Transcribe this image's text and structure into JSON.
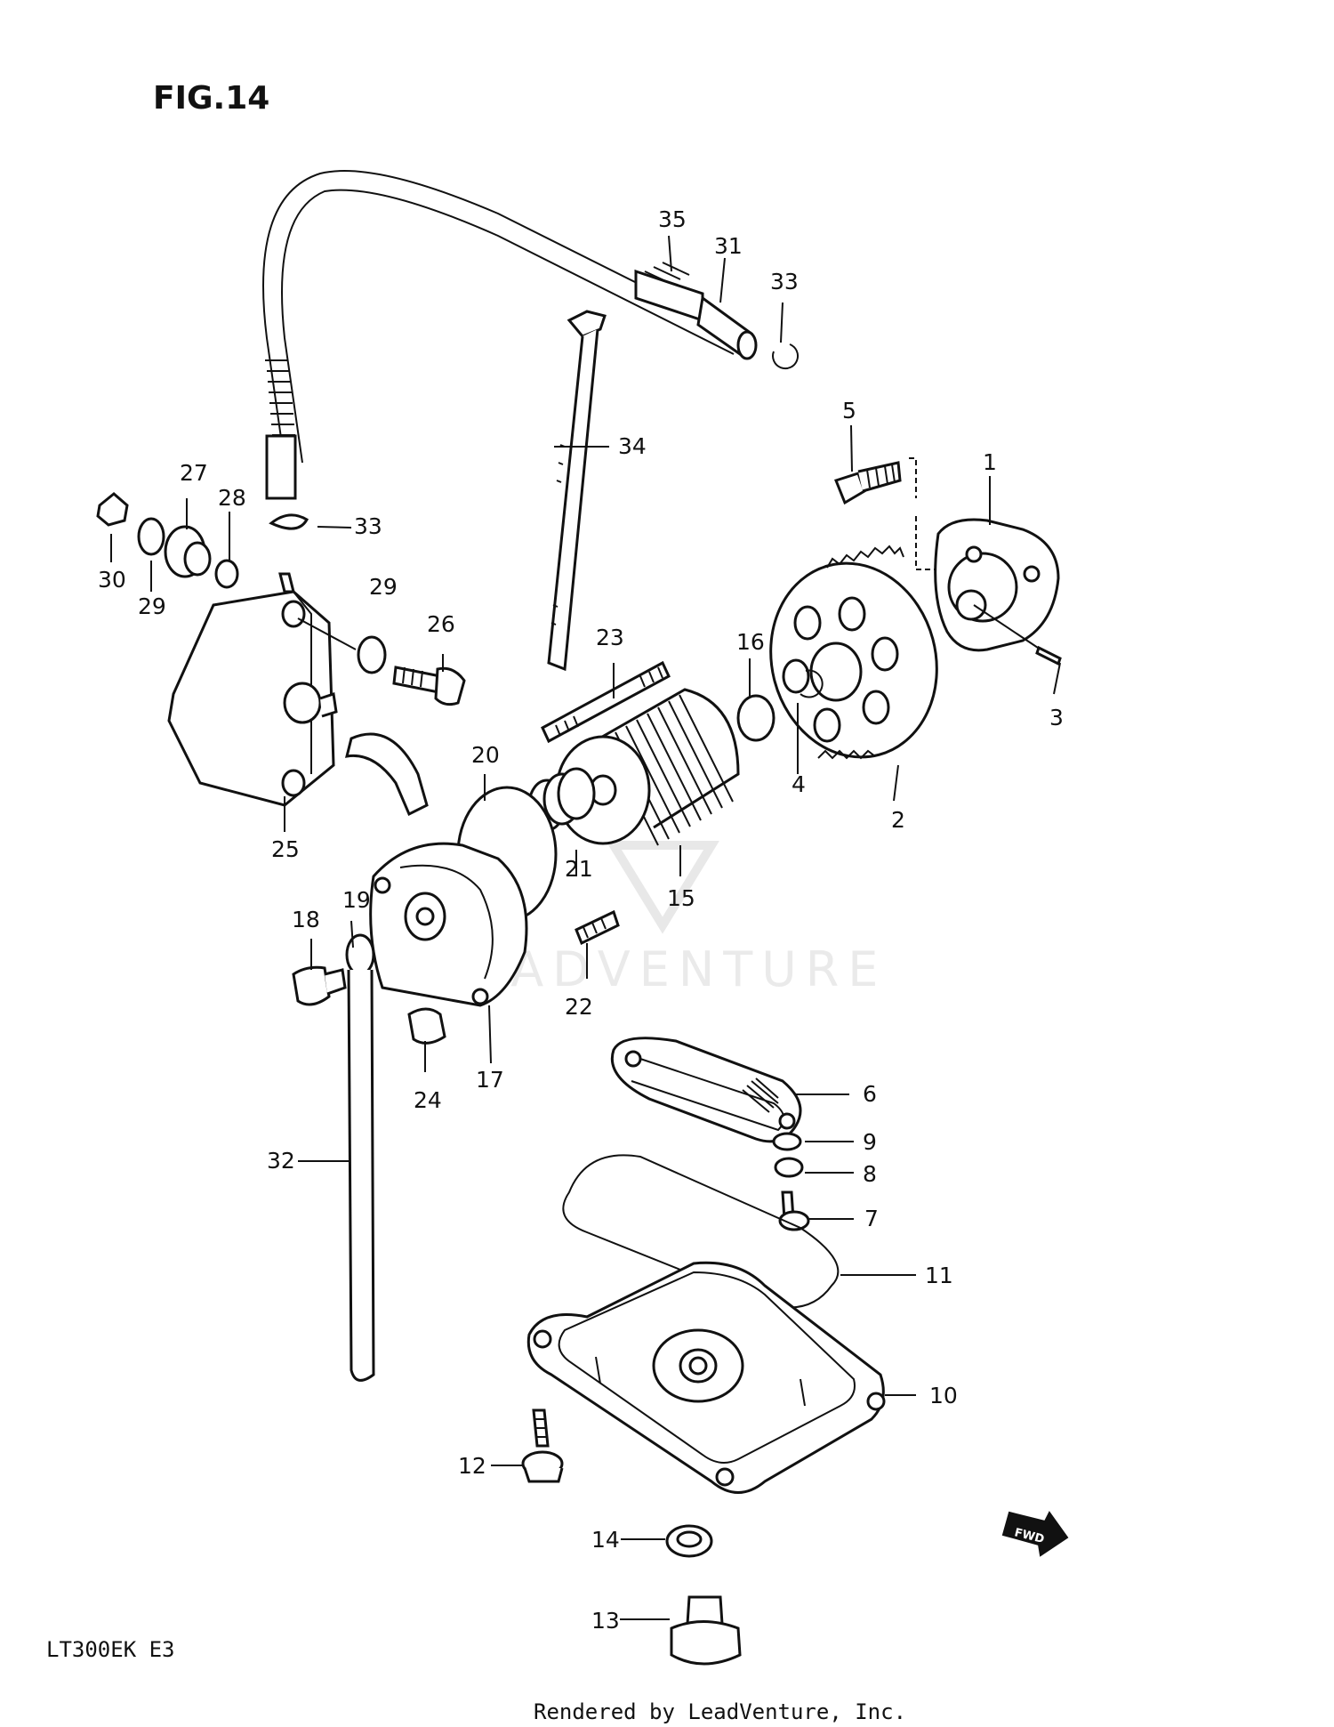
{
  "figure": {
    "title": "FIG.14",
    "model": "LT300EK  E3",
    "credit": "Rendered by LeadVenture, Inc.",
    "watermark": "LEADVENTURE",
    "forward_badge": "FWD"
  },
  "callouts": {
    "n1": "1",
    "n2": "2",
    "n3": "3",
    "n4": "4",
    "n5": "5",
    "n6": "6",
    "n7": "7",
    "n8": "8",
    "n9": "9",
    "n10": "10",
    "n11": "11",
    "n12": "12",
    "n13": "13",
    "n14": "14",
    "n15": "15",
    "n16": "16",
    "n17": "17",
    "n18": "18",
    "n19": "19",
    "n20": "20",
    "n21": "21",
    "n22": "22",
    "n23": "23",
    "n24": "24",
    "n25": "25",
    "n26": "26",
    "n27": "27",
    "n28": "28",
    "n29a": "29",
    "n29b": "29",
    "n30": "30",
    "n31": "31",
    "n32": "32",
    "n33a": "33",
    "n33b": "33",
    "n34": "34",
    "n35": "35"
  }
}
